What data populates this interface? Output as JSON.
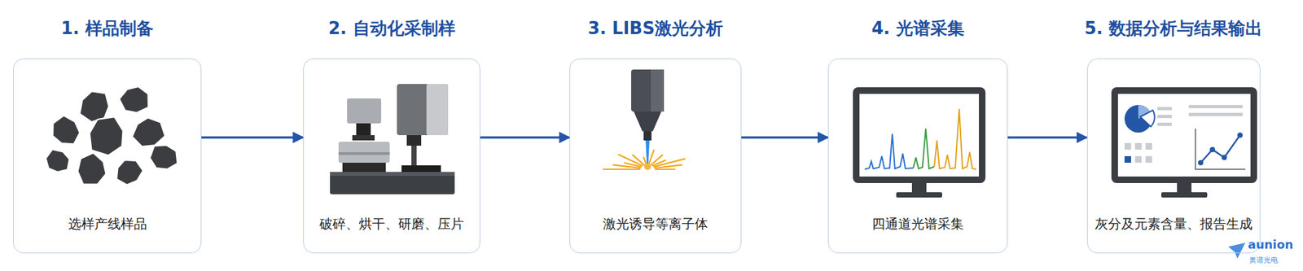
{
  "diagram": {
    "nodes": [
      {
        "text": [
          "1. 样品制备",
          "选样产线样品"
        ]
      },
      {
        "text": [
          "2. 自动化采制样",
          "破碎、烘干、研磨、压片"
        ]
      },
      {
        "text": [
          "3. LIBS激光分析",
          "激光诱导等离子体"
        ]
      },
      {
        "text": [
          "4. 光谱采集",
          "四通道光谱采集"
        ]
      },
      {
        "text": [
          "5. 数据分析与结果输出",
          "灰分及元素含量、报告生成"
        ]
      }
    ],
    "edges": [
      {
        "from": 0,
        "to": 1,
        "arrow": "to"
      },
      {
        "from": 1,
        "to": 2,
        "arrow": "to"
      },
      {
        "from": 2,
        "to": 3,
        "arrow": "to"
      },
      {
        "from": 3,
        "to": 4,
        "arrow": "to"
      }
    ],
    "labels": [
      "aunion",
      "奥谱光电"
    ]
  }
}
